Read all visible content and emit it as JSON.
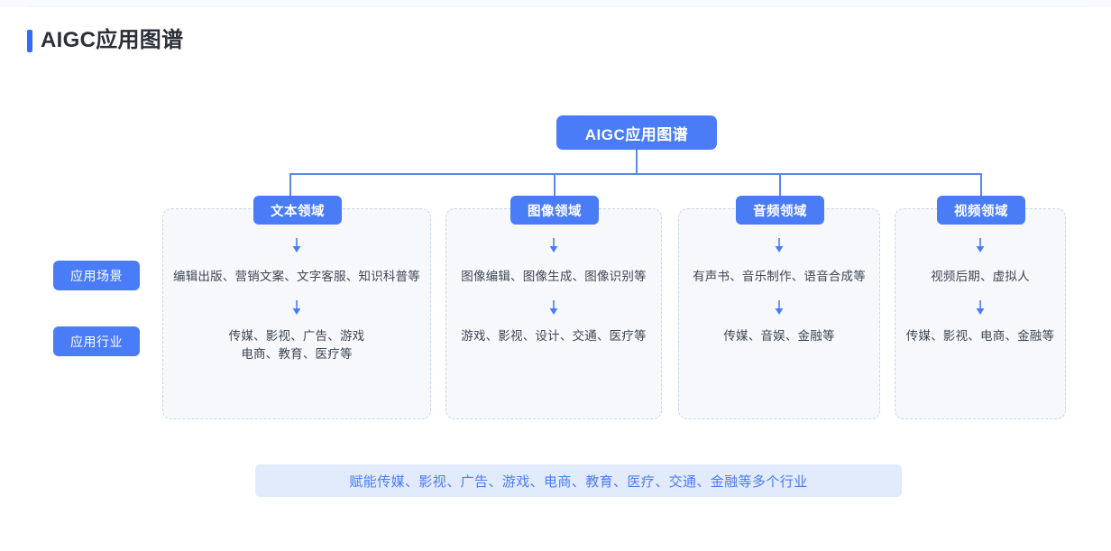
{
  "page": {
    "title": "AIGC应用图谱",
    "accent_color": "#2f6bff"
  },
  "diagram": {
    "root": {
      "label": "AIGC应用图谱",
      "color": "#4a7cf8"
    },
    "row_labels": [
      {
        "key": "scene",
        "label": "应用场景"
      },
      {
        "key": "industry",
        "label": "应用行业"
      }
    ],
    "columns": [
      {
        "header": "文本领域",
        "scene": "编辑出版、营销文案、文字客服、知识科普等",
        "industry": "传媒、影视、广告、游戏\n电商、教育、医疗等"
      },
      {
        "header": "图像领域",
        "scene": "图像编辑、图像生成、图像识别等",
        "industry": "游戏、影视、设计、交通、医疗等"
      },
      {
        "header": "音频领域",
        "scene": "有声书、音乐制作、语音合成等",
        "industry": "传媒、音娱、金融等"
      },
      {
        "header": "视频领域",
        "scene": "视频后期、虚拟人",
        "industry": "传媒、影视、电商、金融等"
      }
    ],
    "footer": "赋能传媒、影视、广告、游戏、电商、教育、医疗、交通、金融等多个行业",
    "colors": {
      "node_blue": "#4a7cf8",
      "connector": "#5b87e8",
      "box_fill": "#f6f8fb",
      "box_border": "#c9d6e8",
      "footer_bg": "#e2ebfb",
      "footer_text": "#4a7cf8"
    }
  }
}
